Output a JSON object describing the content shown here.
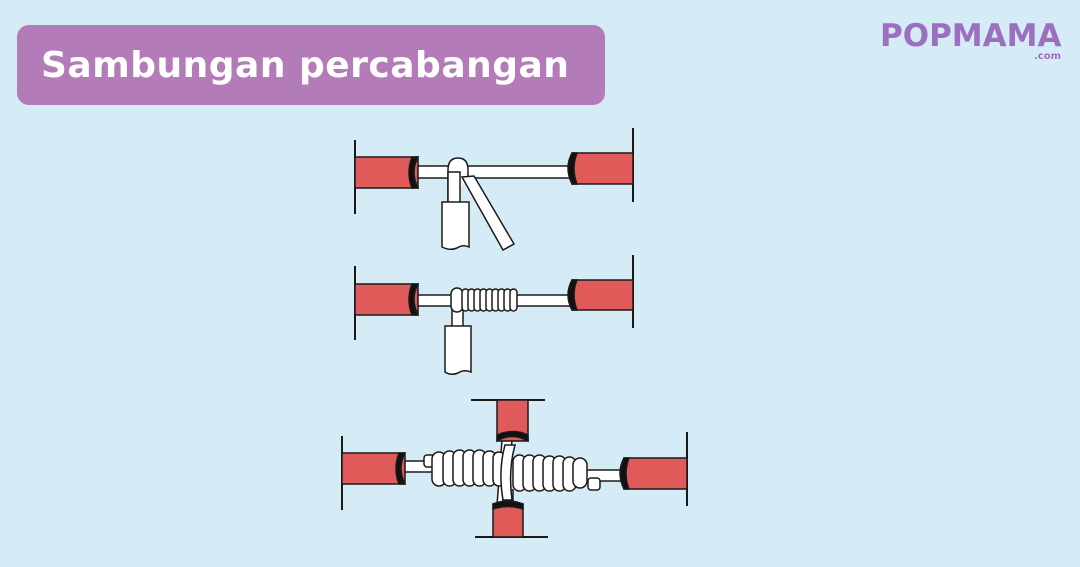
{
  "header": {
    "title": "Sambungan percabangan",
    "title_bg": "#b37bb7",
    "title_color": "#ffffff"
  },
  "brand": {
    "logo_text": "POPMAMA",
    "logo_suffix": ".com",
    "color": "#9c6fbf"
  },
  "colors": {
    "background": "#d5ecf6",
    "insulation": "#e05a5a",
    "conductor": "#ffffff",
    "outline": "#1a1a1a"
  },
  "diagram": {
    "panels": [
      {
        "id": "step-1",
        "description": "Branch wire hooked over main wire"
      },
      {
        "id": "step-2",
        "description": "Branch wire wound around main wire (coiled)"
      },
      {
        "id": "step-3",
        "description": "Cross branch joint with coiled windings on both sides"
      }
    ]
  }
}
